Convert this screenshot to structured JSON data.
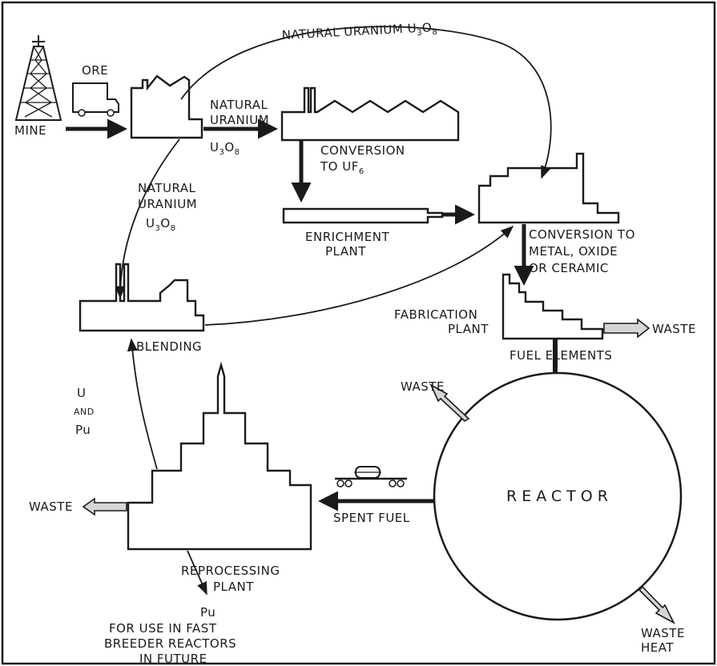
{
  "labels": {
    "mine": "MINE",
    "ore": "ORE",
    "natural_uranium_1": "NATURAL",
    "natural_uranium_2": "URANIUM",
    "u3o8": "U3O8",
    "natural_uranium_u3o8_top": "NATURAL  URANIUM  U3O8",
    "conversion_uf6_1": "CONVERSION",
    "conversion_uf6_2": "TO UF6",
    "enrichment_1": "ENRICHMENT",
    "enrichment_2": "PLANT",
    "nat_left_1": "NATURAL",
    "nat_left_2": "URANIUM",
    "nat_left_3": "U3O8",
    "conversion_metal_1": "CONVERSION TO",
    "conversion_metal_2": "METAL, OXIDE",
    "conversion_metal_3": "OR CERAMIC",
    "fabrication_1": "FABRICATION",
    "fabrication_2": "PLANT",
    "waste_fab": "WASTE",
    "blending": "BLENDING",
    "fuel_elements": "FUEL  ELEMENTS",
    "waste_reactor": "WASTE",
    "u_and_pu_1": "U",
    "u_and_pu_2": "AND",
    "u_and_pu_3": "Pu",
    "reactor": "REACTOR",
    "spent_fuel": "SPENT FUEL",
    "waste_reproc": "WASTE",
    "reprocessing_1": "REPROCESSING",
    "reprocessing_2": "PLANT",
    "pu": "Pu",
    "future_1": "FOR USE IN FAST",
    "future_2": "BREEDER REACTORS",
    "future_3": "IN FUTURE",
    "waste_heat_1": "WASTE",
    "waste_heat_2": "HEAT"
  }
}
